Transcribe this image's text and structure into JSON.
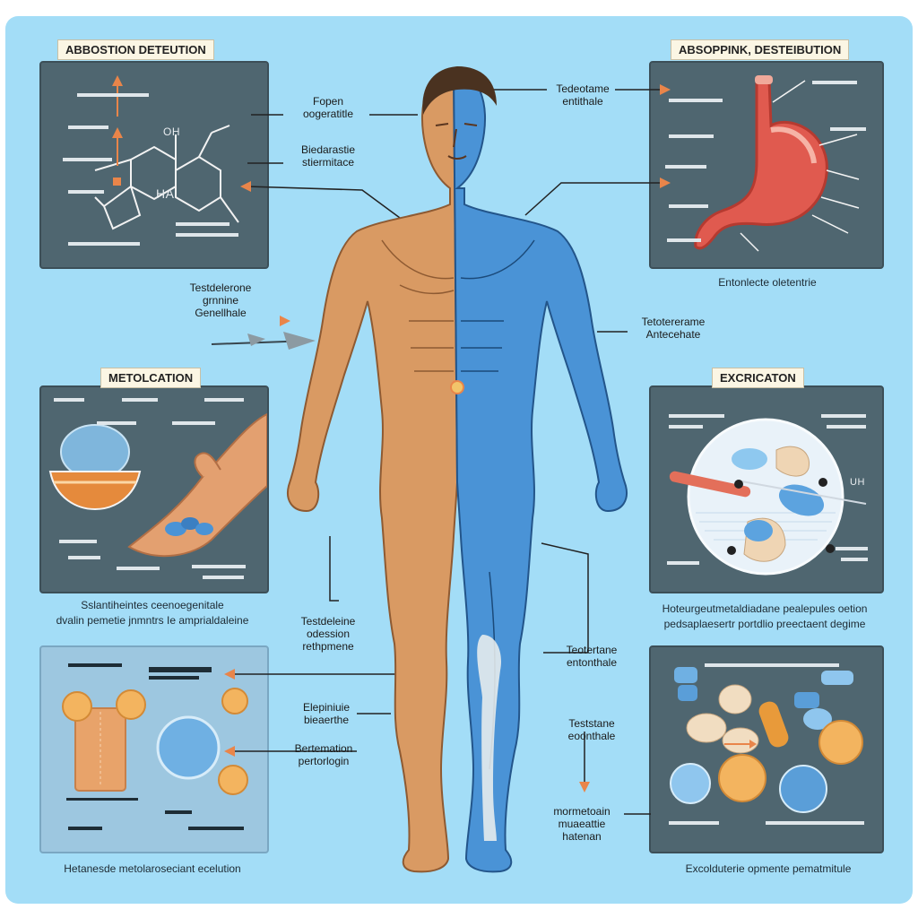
{
  "panels": {
    "absorption_left": {
      "title": "ABBOSTION DETEUTION",
      "labels": [
        "OH",
        "HA"
      ]
    },
    "absorption_right": {
      "title": "ABSOPPINK, DESTEIBUTION",
      "caption": "Entonlecte oletentrie"
    },
    "metolcation": {
      "title": "METOLCATION",
      "caption_line1": "Sslantiheintes ceenoegenitale",
      "caption_line2": "dvalin pemetie jnmntrs Ie amprialdaleine"
    },
    "excrication": {
      "title": "EXCRICATON",
      "label": "UH",
      "caption_line1": "Hoteurgeutmetaldiadane pealepules oetion",
      "caption_line2": "pedsaplaesertr portdlio preectaent degime"
    },
    "bottom_left": {
      "caption": "Hetanesde metolaroseciant ecelution"
    },
    "bottom_right": {
      "caption": "Excolduterie opmente pematmitule"
    }
  },
  "callouts": {
    "top_center_a": "Fopen\noogeratitle",
    "top_center_b": "Biedarastie\nstiermitace",
    "top_right": "Tedeotame\nentithale",
    "left_mid": "Testdelerone\ngrnnine\nGenellhale",
    "right_mid": "Tetotererame\nAntecehate",
    "center_low": "Testdeleine\nodession\nrethpmene",
    "center_low2": "Elepiniuie\nbieaerthe",
    "center_low3": "Bertemation\npertorlogin",
    "right_low1": "Teotertane\nentonthale",
    "right_low2": "Teststane\neoonthale",
    "right_low3": "mormetoain\nmuaeattie\nhatenan"
  },
  "colors": {
    "background": "#a3ddf7",
    "panel": "#4f6670",
    "skin": "#d99a63",
    "muscle_blue": "#4a93d6",
    "accent_orange": "#e9854a"
  }
}
